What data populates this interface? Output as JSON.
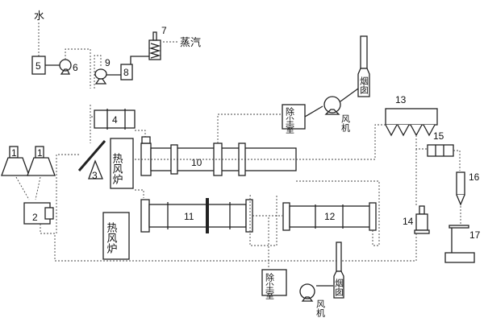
{
  "title": "Process flow diagram",
  "labels": {
    "water": "水",
    "steam": "蒸汽",
    "hot_air_furnace_1": "热风炉",
    "hot_air_furnace_2": "热风炉",
    "dust_room_1": "除尘室",
    "dust_room_2": "除尘室",
    "fan_1": "风机",
    "fan_2": "风机",
    "chimney_1": "烟囱",
    "chimney_2": "烟囱"
  },
  "numbers": [
    "1",
    "1",
    "2",
    "3",
    "4",
    "5",
    "6",
    "7",
    "8",
    "9",
    "10",
    "11",
    "12",
    "13",
    "14",
    "15",
    "16",
    "17"
  ]
}
